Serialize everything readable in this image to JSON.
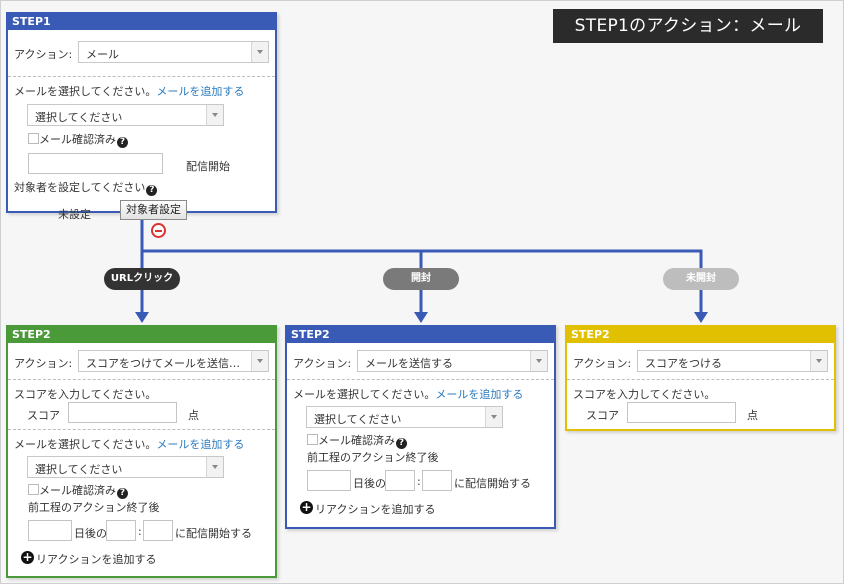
{
  "banner": {
    "title": "STEP1のアクション：メール"
  },
  "step1": {
    "header": "STEP1",
    "action_label": "アクション:",
    "action_value": "メール",
    "mail_prompt": "メールを選択してください。",
    "mail_add_link": "メールを追加する",
    "mail_select": "選択してください",
    "mail_confirmed": "メール確認済み",
    "delivery_start": "配信開始",
    "target_prompt": "対象者を設定してください",
    "target_status": "未設定",
    "target_button": "対象者設定"
  },
  "branches": [
    {
      "label": "URLクリック",
      "color": "#333333"
    },
    {
      "label": "開封",
      "color": "#7a7a7a"
    },
    {
      "label": "未開封",
      "color": "#bdbdbd"
    }
  ],
  "step2a": {
    "header": "STEP2",
    "color": "#4a9a3a",
    "action_label": "アクション:",
    "action_value": "スコアをつけてメールを送信…",
    "score_prompt": "スコアを入力してください。",
    "score_label": "スコア",
    "score_unit": "点",
    "mail_prompt": "メールを選択してください。",
    "mail_add_link": "メールを追加する",
    "mail_select": "選択してください",
    "mail_confirmed": "メール確認済み",
    "after_prev": "前工程のアクション終了後",
    "days_after": "日後の",
    "colon": ":",
    "start_delivery": "に配信開始する",
    "add_reaction": "リアクションを追加する"
  },
  "step2b": {
    "header": "STEP2",
    "color": "#3a5bb5",
    "action_label": "アクション:",
    "action_value": "メールを送信する",
    "mail_prompt": "メールを選択してください。",
    "mail_add_link": "メールを追加する",
    "mail_select": "選択してください",
    "mail_confirmed": "メール確認済み",
    "after_prev": "前工程のアクション終了後",
    "days_after": "日後の",
    "colon": ":",
    "start_delivery": "に配信開始する",
    "add_reaction": "リアクションを追加する"
  },
  "step2c": {
    "header": "STEP2",
    "color": "#e0c000",
    "action_label": "アクション:",
    "action_value": "スコアをつける",
    "score_prompt": "スコアを入力してください。",
    "score_label": "スコア",
    "score_unit": "点"
  },
  "colors": {
    "step1": "#3a5bb5",
    "connector": "#3a5bb5",
    "link": "#2a7bc0"
  }
}
